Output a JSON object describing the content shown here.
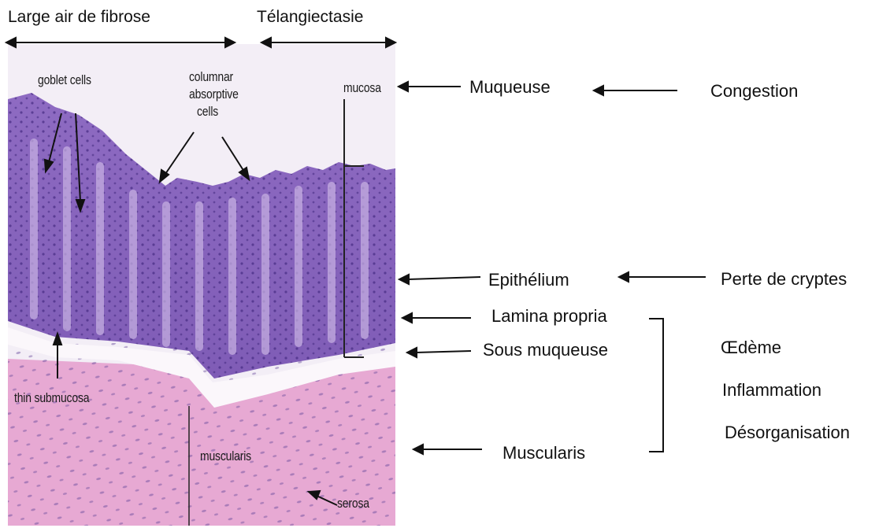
{
  "headers": {
    "fibrosis": "Large air de fibrose",
    "telangiectasia": "Télangiectasie"
  },
  "histology_labels": {
    "goblet_cells": "goblet cells",
    "columnar_absorptive_cells": [
      "columnar",
      "absorptive",
      "cells"
    ],
    "mucosa": "mucosa",
    "thin_submucosa": "thin submucosa",
    "muscularis": "muscularis",
    "serosa": "serosa"
  },
  "layers": {
    "muqueuse": "Muqueuse",
    "epithelium": "Epithélium",
    "lamina_propria": "Lamina propria",
    "sous_muqueuse": "Sous muqueuse",
    "muscularis": "Muscularis"
  },
  "lesions": {
    "congestion": "Congestion",
    "perte_de_cryptes": "Perte de cryptes",
    "oedeme": "Œdème",
    "inflammation": "Inflammation",
    "desorganisation": "Désorganisation"
  }
}
